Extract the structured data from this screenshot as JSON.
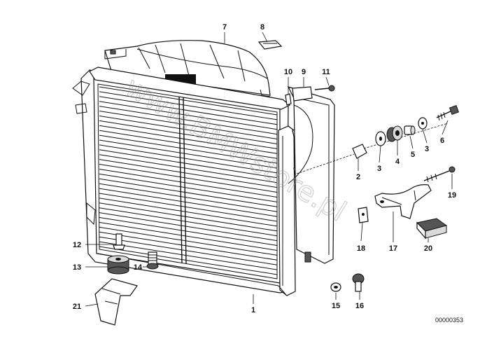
{
  "diagram": {
    "reference_code": "00000353",
    "watermark": "www.BMWstore.pl"
  },
  "parts": {
    "p1": "1",
    "p2": "2",
    "p3a": "3",
    "p3b": "3",
    "p4": "4",
    "p5": "5",
    "p6": "6",
    "p7": "7",
    "p8": "8",
    "p9": "9",
    "p10": "10",
    "p11": "11",
    "p12": "12",
    "p13": "13",
    "p14": "14",
    "p15": "15",
    "p16": "16",
    "p17": "17",
    "p18": "18",
    "p19": "19",
    "p20": "20",
    "p21": "21"
  }
}
